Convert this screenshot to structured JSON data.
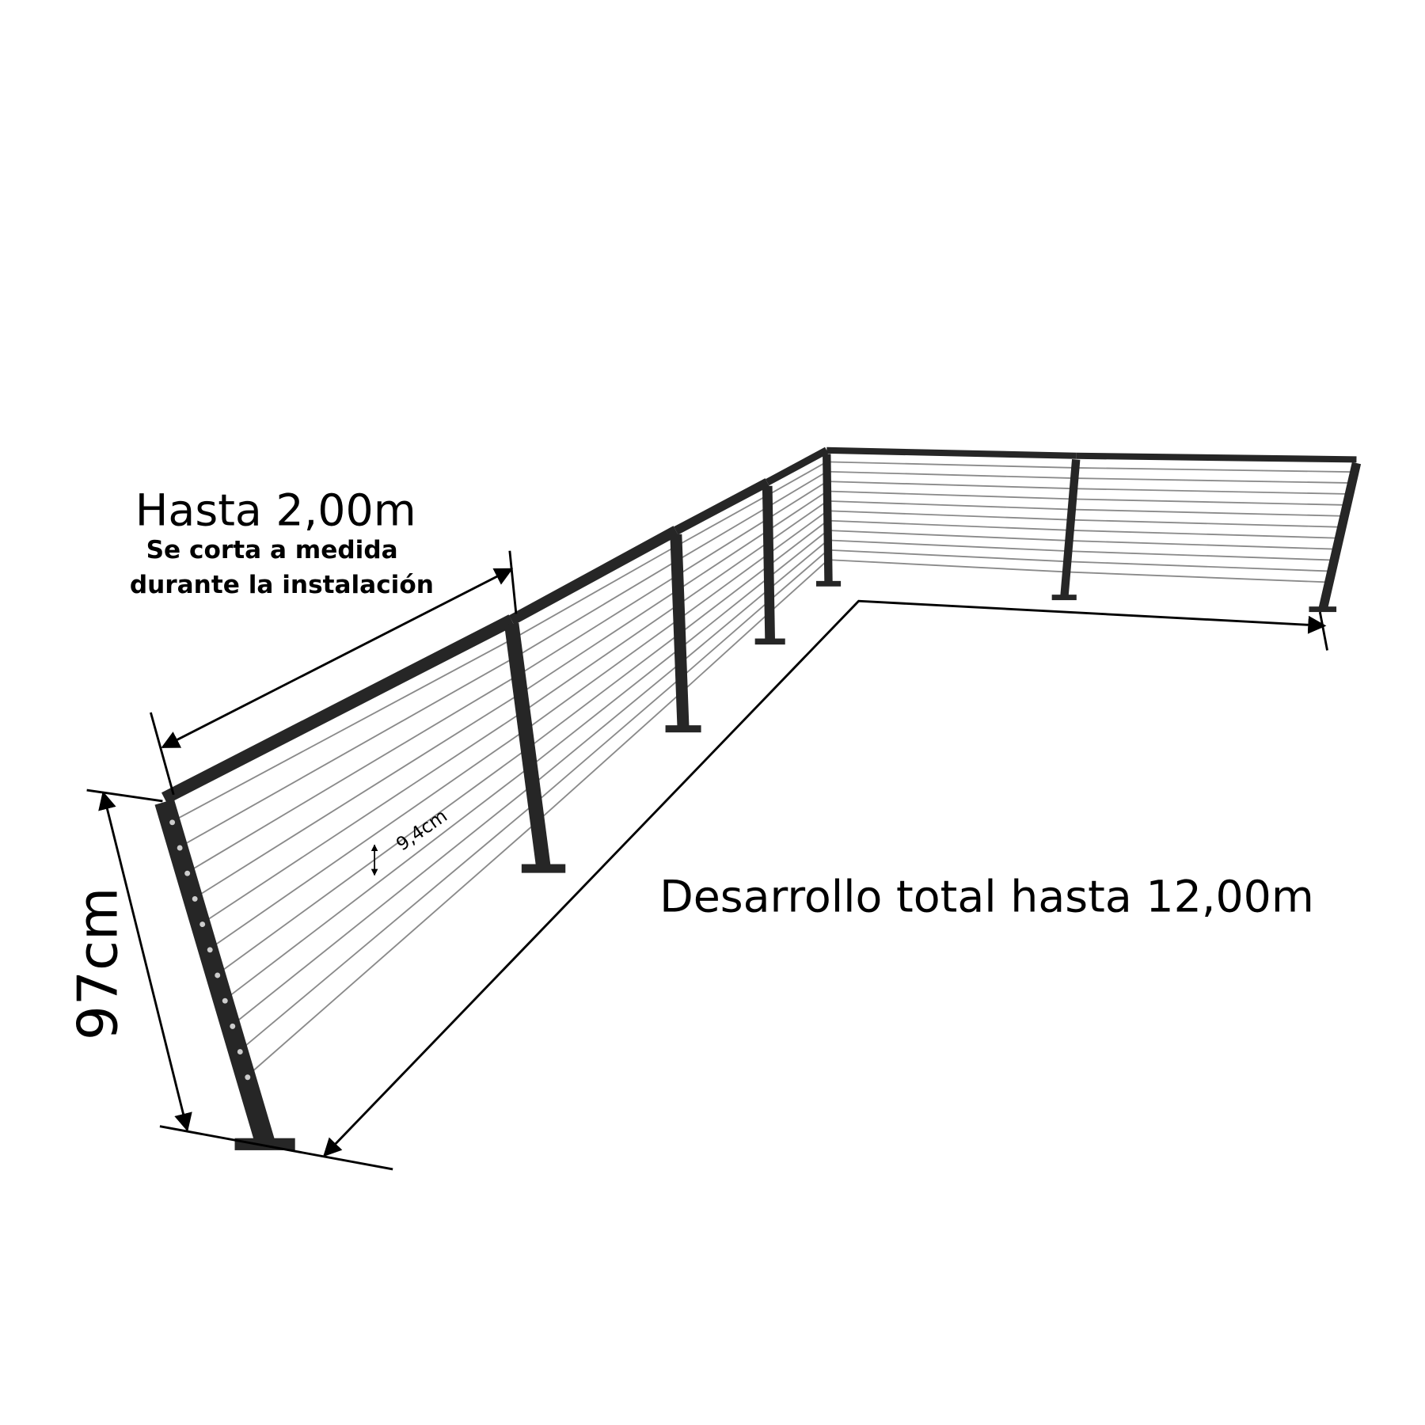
{
  "labels": {
    "section_length": "Hasta 2,00m",
    "cut_note_line1": "Se corta a medida",
    "cut_note_line2": "durante la instalación",
    "cable_spacing": "9,4cm",
    "height": "97cm",
    "total_length": "Desarrollo total hasta 12,00m"
  },
  "railing": {
    "cable_count": 11,
    "color": "#262626",
    "cable_color": "#8a8a8a"
  }
}
